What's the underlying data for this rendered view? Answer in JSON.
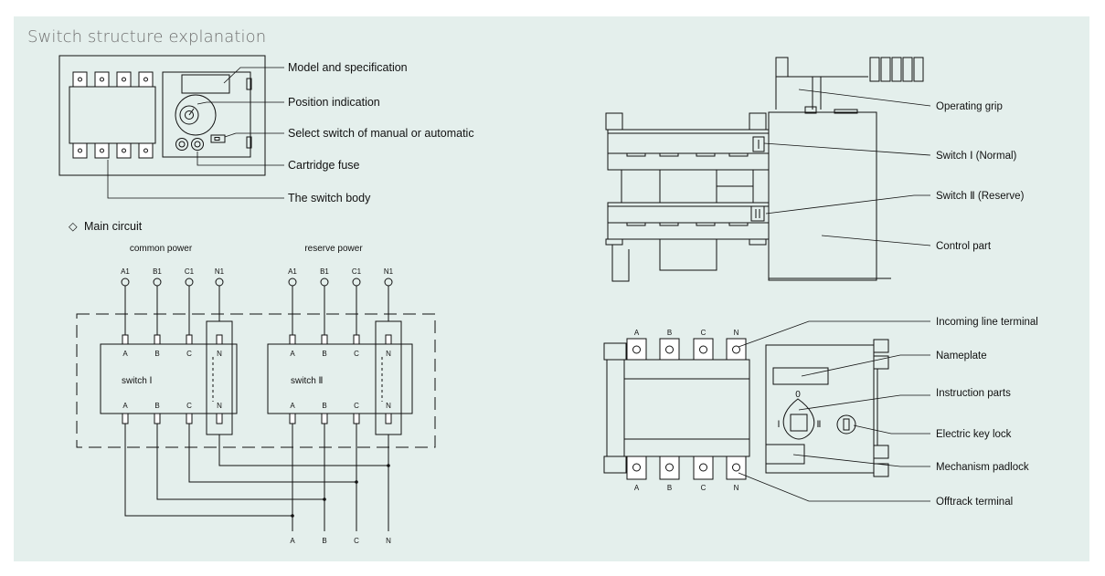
{
  "title": "Switch structure explanation",
  "top_left_labels": [
    "Model and specification",
    "Position indication",
    "Select switch of manual or automatic",
    "Cartridge fuse",
    "The switch body"
  ],
  "main_circuit": {
    "heading": "Main circuit",
    "bullet": "◇",
    "common_label": "common power",
    "reserve_label": "reserve power",
    "common_terminals": [
      "A1",
      "B1",
      "C1",
      "N1"
    ],
    "reserve_terminals": [
      "A1",
      "B1",
      "C1",
      "N1"
    ],
    "switch1_label": "switch Ⅰ",
    "switch2_label": "switch Ⅱ",
    "pole_labels": [
      "A",
      "B",
      "C",
      "N"
    ],
    "output_labels": [
      "A",
      "B",
      "C",
      "N"
    ]
  },
  "side_view_labels": [
    "Operating grip",
    "Switch Ⅰ (Normal)",
    "Switch Ⅱ (Reserve)",
    "Control part"
  ],
  "front_view": {
    "labels": [
      "Incoming line terminal",
      "Nameplate",
      "Instruction parts",
      "Electric key lock",
      "Mechanism padlock",
      "Offtrack terminal"
    ],
    "terminal_letters": [
      "A",
      "B",
      "C",
      "N"
    ],
    "dial_top": "0",
    "dial_left": "Ⅰ",
    "dial_right": "Ⅱ"
  },
  "colors": {
    "panel": "#e4efec",
    "line": "#111111",
    "title": "#707070"
  }
}
